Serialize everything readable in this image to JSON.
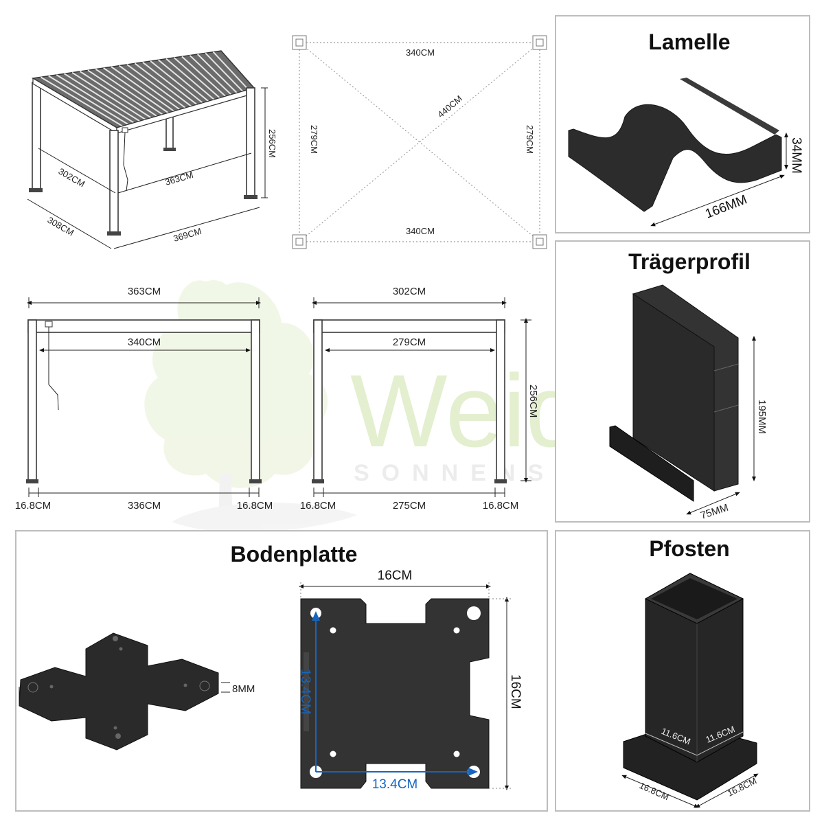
{
  "watermark": {
    "brand": "Weide",
    "sub": "SONNENSCHUTZ"
  },
  "pergola_iso": {
    "depth_top": "302CM",
    "width_top": "363CM",
    "height": "256CM",
    "depth_bottom": "308CM",
    "width_bottom": "369CM"
  },
  "plan": {
    "top": "340CM",
    "bottom": "340CM",
    "diag": "440CM",
    "left": "279CM",
    "right": "279CM"
  },
  "front": {
    "outer": "363CM",
    "inner": "340CM",
    "foot_left": "16.8CM",
    "span": "336CM",
    "foot_right": "16.8CM"
  },
  "side": {
    "outer": "302CM",
    "inner": "279CM",
    "height": "256CM",
    "foot_left": "16.8CM",
    "span": "275CM",
    "foot_right": "16.8CM"
  },
  "lamelle": {
    "title": "Lamelle",
    "height": "34MM",
    "width": "166MM"
  },
  "traeger": {
    "title": "Trägerprofil",
    "height": "195MM",
    "width": "75MM"
  },
  "boden": {
    "title": "Bodenplatte",
    "thickness": "8MM",
    "width": "16CM",
    "height": "16CM",
    "hole_v": "13.4CM",
    "hole_h": "13.4CM"
  },
  "pfosten": {
    "title": "Pfosten",
    "inner_a": "11.6CM",
    "inner_b": "11.6CM",
    "base_a": "16.8CM",
    "base_b": "16.8CM"
  }
}
